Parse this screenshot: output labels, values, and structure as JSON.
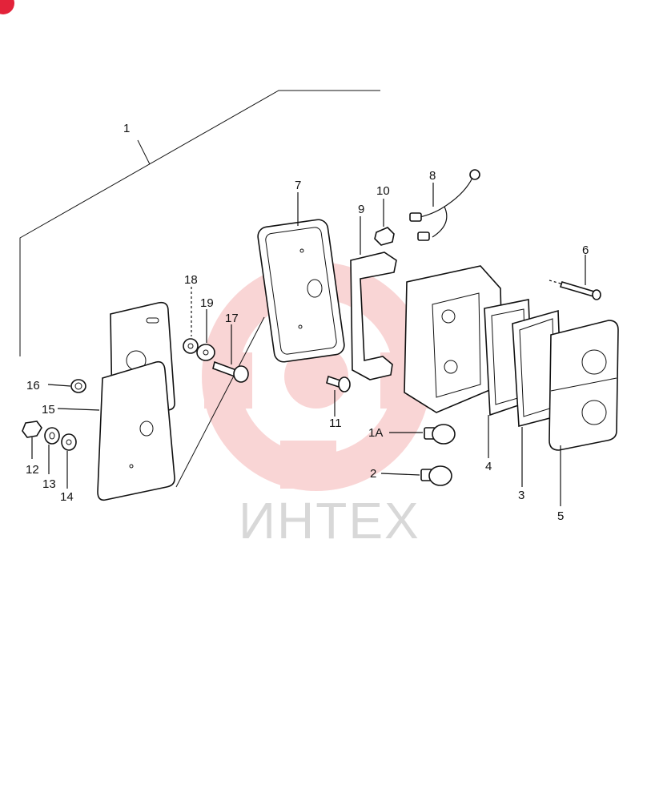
{
  "watermark": {
    "text": "ИНТЕХ",
    "color": "#f0a0a0",
    "text_color": "#d8d8d8"
  },
  "badge": {
    "icon": "red-circle-badge-icon",
    "color": "#e3233a"
  },
  "callouts": {
    "c1": "1",
    "c1a": "1A",
    "c2": "2",
    "c3": "3",
    "c4": "4",
    "c5": "5",
    "c6": "6",
    "c7": "7",
    "c8": "8",
    "c9": "9",
    "c10": "10",
    "c11": "11",
    "c12": "12",
    "c13": "13",
    "c14": "14",
    "c15": "15",
    "c16": "16",
    "c17": "17",
    "c18": "18",
    "c19": "19"
  }
}
